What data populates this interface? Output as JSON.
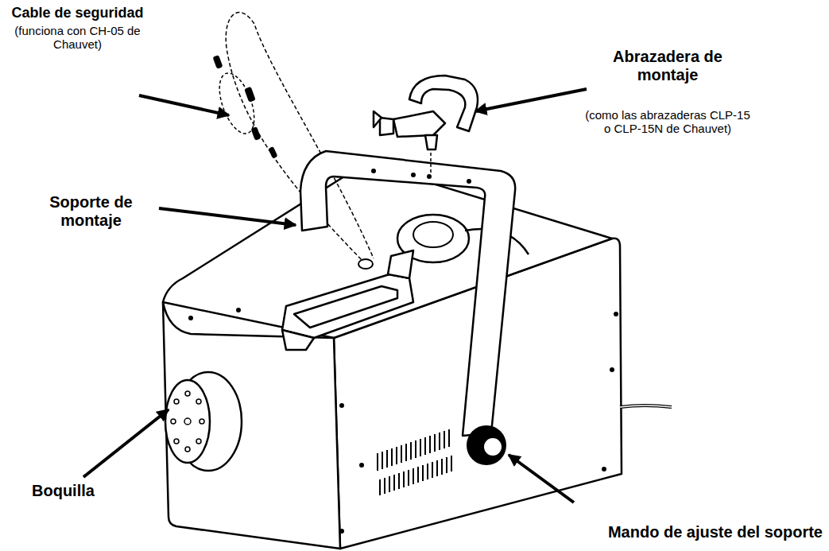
{
  "diagram": {
    "labels": [
      "Cable de seguridad",
      "(funciona con CH-05 de Chauvet)",
      "Abrazadera de montaje",
      "(como las abrazaderas CLP-15 o CLP-15N de Chauvet)",
      "Soporte de montaje",
      "Boquilla",
      "Mando de ajuste del soporte"
    ]
  }
}
